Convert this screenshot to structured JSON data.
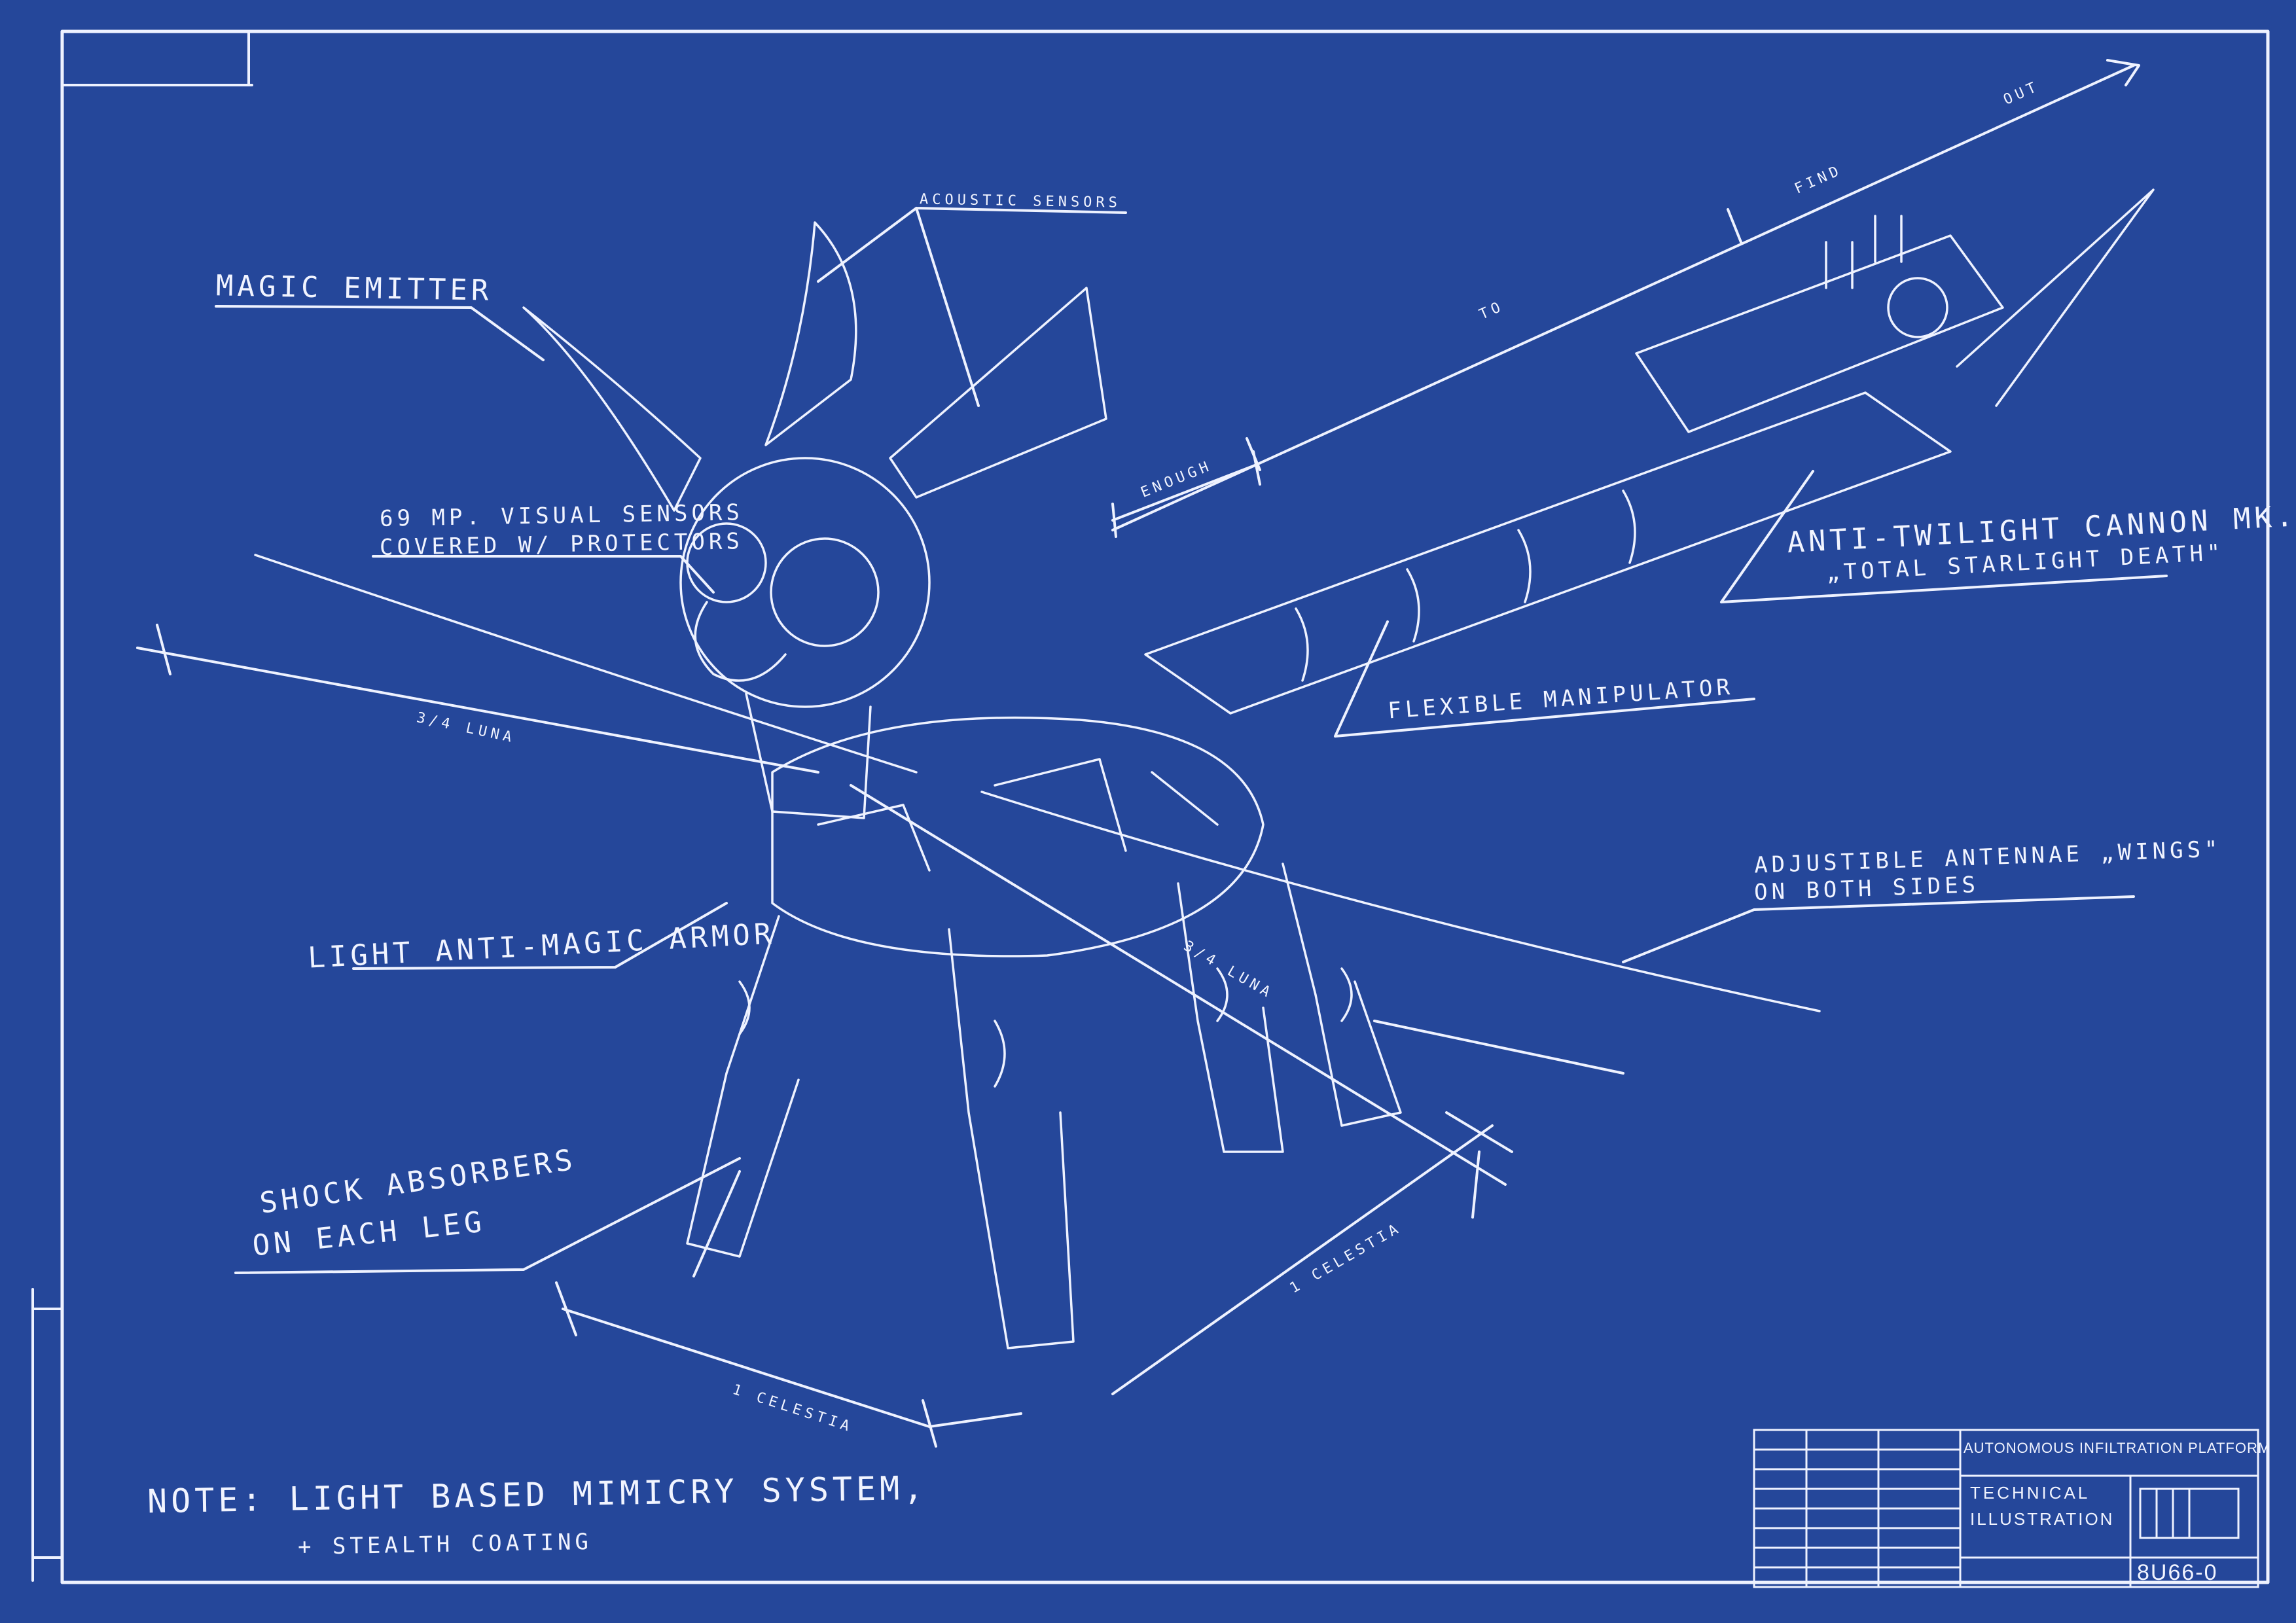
{
  "labels": {
    "magic_emitter": "MAGIC EMITTER",
    "acoustic_sensors": "ACOUSTIC SENSORS",
    "visual_sensors_1": "69 MP. VISUAL SENSORS",
    "visual_sensors_2": "COVERED W/ PROTECTORS",
    "cannon_1": "ANTI-TWILIGHT CANNON MK.II",
    "cannon_2": "„TOTAL STARLIGHT DEATH\"",
    "flexible_manipulator": "FLEXIBLE MANIPULATOR",
    "antennae_1": "ADJUSTIBLE ANTENNAE „WINGS\"",
    "antennae_2": "ON BOTH SIDES",
    "armor": "LIGHT ANTI-MAGIC ARMOR",
    "shock_1": "SHOCK ABSORBERS",
    "shock_2": "ON EACH LEG",
    "note_1": "NOTE: LIGHT BASED MIMICRY SYSTEM,",
    "note_2": "+ STEALTH COATING"
  },
  "dimensions": {
    "out": "OUT",
    "find": "FIND",
    "to": "TO",
    "enough": "ENOUGH",
    "luna_left": "3/4 LUNA",
    "luna_right": "3/4 LUNA",
    "celestia_left": "1 CELESTIA",
    "celestia_right": "1 CELESTIA"
  },
  "title_block": {
    "project": "AUTONOMOUS INFILTRATION PLATFORM",
    "type_1": "TECHNICAL",
    "type_2": "ILLUSTRATION",
    "code": "8U66-0"
  },
  "colors": {
    "paper": "#25479a",
    "ink": "#f1f4ff"
  }
}
